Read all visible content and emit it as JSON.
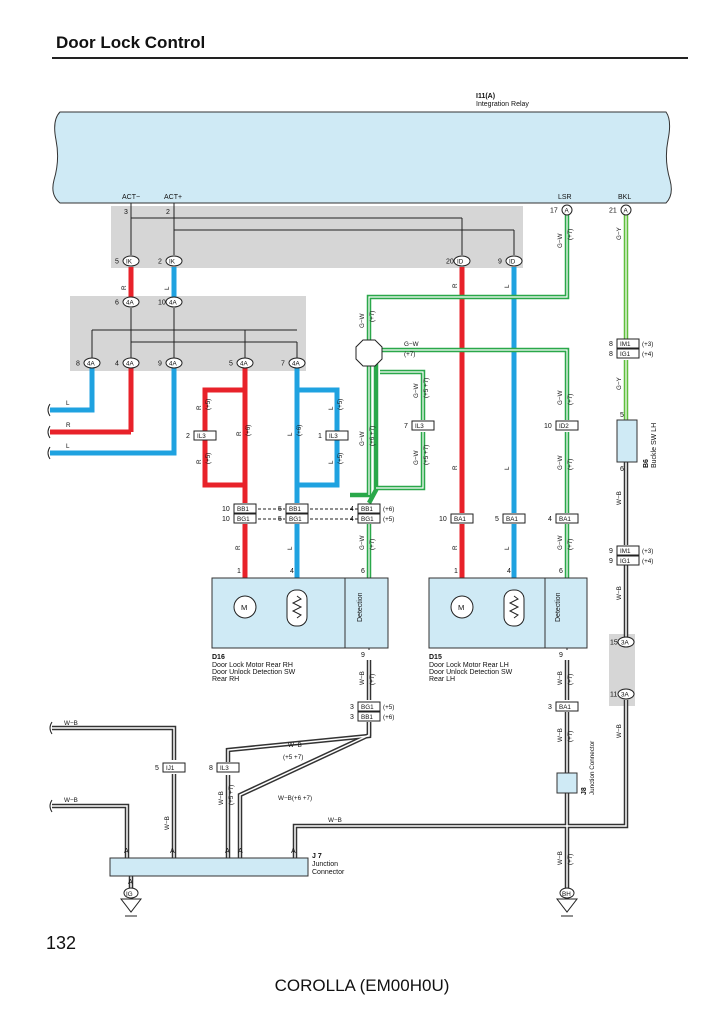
{
  "page": {
    "title": "Door Lock Control",
    "page_number": "132",
    "footer": "COROLLA (EM00H0U)"
  },
  "relay": {
    "id": "I11(A)",
    "name": "Integration Relay",
    "terminals": [
      {
        "name": "ACT−",
        "pin": "3"
      },
      {
        "name": "ACT+",
        "pin": "2"
      },
      {
        "name": "LSR",
        "pin": "17",
        "conn": "A"
      },
      {
        "name": "BKL",
        "pin": "21",
        "conn": "A"
      }
    ]
  },
  "connectors": {
    "ik": [
      {
        "pin": "5",
        "label": "IK"
      },
      {
        "pin": "2",
        "label": "IK"
      }
    ],
    "id": [
      {
        "pin": "20",
        "label": "ID"
      },
      {
        "pin": "9",
        "label": "ID"
      }
    ],
    "j4a_top": [
      {
        "pin": "6",
        "label": "4A"
      },
      {
        "pin": "10",
        "label": "4A"
      }
    ],
    "j4a_bottom": [
      {
        "pin": "8",
        "label": "4A"
      },
      {
        "pin": "4",
        "label": "4A"
      },
      {
        "pin": "9",
        "label": "4A"
      },
      {
        "pin": "5",
        "label": "4A"
      },
      {
        "pin": "7",
        "label": "4A"
      }
    ],
    "il3_left": {
      "pin": "2",
      "label": "IL3"
    },
    "il3_mid": {
      "pin": "1",
      "label": "IL3"
    },
    "il3_right": {
      "pin": "7",
      "label": "IL3"
    },
    "id2": {
      "pin": "10",
      "label": "ID2"
    },
    "bb1_pairs": [
      {
        "pin": "10",
        "label": "BB1"
      },
      {
        "pin": "10",
        "label": "BG1"
      },
      {
        "pin": "5",
        "label": "BB1"
      },
      {
        "pin": "5",
        "label": "BG1"
      },
      {
        "pin": "4",
        "label": "BB1",
        "note": "(+6)"
      },
      {
        "pin": "4",
        "label": "BG1",
        "note": "(+5)"
      }
    ],
    "ba1": [
      {
        "pin": "10",
        "label": "BA1"
      },
      {
        "pin": "5",
        "label": "BA1"
      },
      {
        "pin": "4",
        "label": "BA1"
      }
    ],
    "im1_top": [
      {
        "pin": "8",
        "label": "IM1",
        "note": "(+3)"
      },
      {
        "pin": "8",
        "label": "IG1",
        "note": "(+4)"
      }
    ],
    "im1_bottom": [
      {
        "pin": "9",
        "label": "IM1",
        "note": "(+3)"
      },
      {
        "pin": "9",
        "label": "IG1",
        "note": "(+4)"
      }
    ],
    "j3a": [
      {
        "pin": "15",
        "label": "3A"
      },
      {
        "pin": "11",
        "label": "3A"
      }
    ],
    "bg1_lower": [
      {
        "pin": "3",
        "label": "BG1",
        "note": "(+5)"
      },
      {
        "pin": "3",
        "label": "BB1",
        "note": "(+6)"
      }
    ],
    "ba1_lower": {
      "pin": "3",
      "label": "BA1"
    },
    "ij1": {
      "pin": "5",
      "label": "IJ1"
    },
    "il3_lower": {
      "pin": "8",
      "label": "IL3"
    }
  },
  "wires": {
    "r": "R",
    "l": "L",
    "gw": "G−W",
    "gy": "G−Y",
    "wb": "W−B",
    "p5": "(+5)",
    "p6": "(+6)",
    "p7": "(+7)",
    "p57": "(+5 +7)",
    "p67": "W−B(+6 +7)",
    "p5_7": "(+5 +7)"
  },
  "components": {
    "d16": {
      "id": "D16",
      "lines": [
        "Door Lock Motor Rear RH",
        "Door Unlock Detection SW",
        "Rear RH"
      ],
      "pins": [
        "1",
        "4",
        "6",
        "9"
      ]
    },
    "d15": {
      "id": "D15",
      "lines": [
        "Door Lock Motor Rear LH",
        "Door Unlock Detection SW",
        "Rear LH"
      ],
      "pins": [
        "1",
        "4",
        "6",
        "9"
      ]
    },
    "motor": "M",
    "detection": "Detection",
    "b6": {
      "id": "B6",
      "name": "Buckle SW LH",
      "pins": [
        "5",
        "6"
      ]
    },
    "j8": {
      "id": "J8",
      "name": "Junction Connector"
    },
    "j7": {
      "id": "J 7",
      "name_l1": "Junction",
      "name_l2": "Connector"
    },
    "pin_a": "A",
    "ig": "IG",
    "bh": "BH"
  },
  "colors": {
    "red": "#e8222a",
    "blue": "#1fa2e0",
    "green": "#2aa84a",
    "relay_fill": "#cfeaf5",
    "box_fill": "#d4d4d4",
    "comp_fill": "#cfeaf5"
  }
}
